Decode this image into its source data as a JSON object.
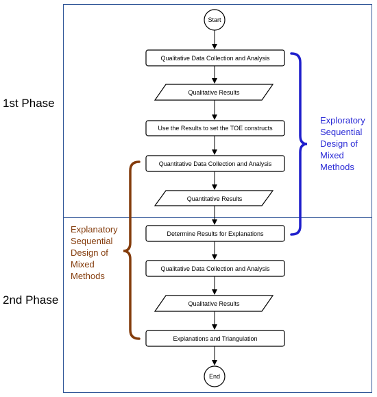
{
  "phases": {
    "first": "1st Phase",
    "second": "2nd Phase"
  },
  "nodes": {
    "start": "Start",
    "qual_collection_1": "Qualitative Data Collection and Analysis",
    "qual_results_1": "Qualitative Results",
    "toe_constructs": "Use the Results to set the TOE constructs",
    "quant_collection": "Quantitative Data Collection and Analysis",
    "quant_results": "Quantitative Results",
    "determine_results": "Determine Results for Explanations",
    "qual_collection_2": "Qualitative Data Collection and Analysis",
    "qual_results_2": "Qualitative Results",
    "triangulation": "Explanations and Triangulation",
    "end": "End"
  },
  "annotations": {
    "exploratory": [
      "Exploratory",
      "Sequential",
      "Design of",
      "Mixed",
      "Methods"
    ],
    "explanatory": [
      "Explanatory",
      "Sequential",
      "Design of",
      "Mixed",
      "Methods"
    ]
  },
  "colors": {
    "frame": "#2f5597",
    "exploratory_brace": "#1f1fcc",
    "explanatory_brace": "#843c0c"
  }
}
